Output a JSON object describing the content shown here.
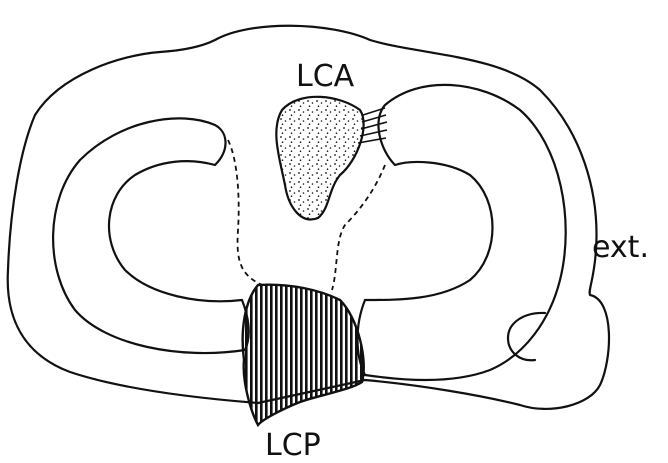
{
  "labels": {
    "lca": "LCA",
    "lcp": "LCP",
    "ext": "ext."
  },
  "colors": {
    "stroke": "#111111",
    "background": "#ffffff"
  }
}
